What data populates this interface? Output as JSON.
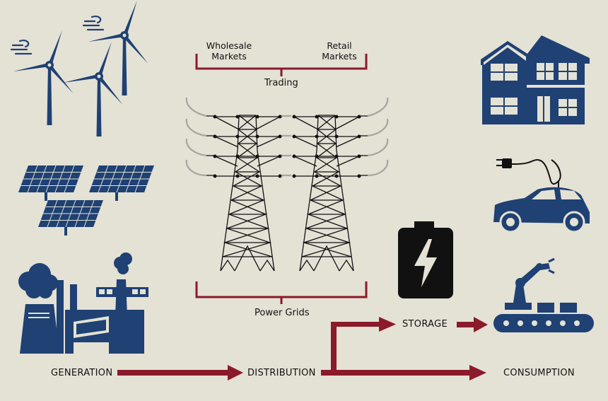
{
  "colors": {
    "background": "#e4e1d5",
    "navy": "#1f4173",
    "crimson": "#8b1a2b",
    "black": "#111111"
  },
  "markets": {
    "wholesale": "Wholesale\nMarkets",
    "retail": "Retail\nMarkets",
    "trading": "Trading"
  },
  "grid": {
    "label": "Power Grids"
  },
  "flow": {
    "generation": "GENERATION",
    "distribution": "DISTRIBUTION",
    "storage": "STORAGE",
    "consumption": "CONSUMPTION"
  },
  "icons": [
    "wind-turbines-icon",
    "solar-panels-icon",
    "power-plant-icon",
    "transmission-towers-icon",
    "battery-icon",
    "house-icon",
    "electric-car-icon",
    "robot-assembly-line-icon"
  ]
}
